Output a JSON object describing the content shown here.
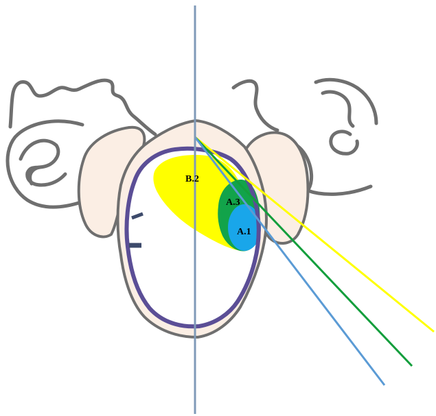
{
  "diagram": {
    "regions": [
      {
        "id": "B.2",
        "label": "B.2",
        "color": "#ffff00"
      },
      {
        "id": "A.3",
        "label": "A.3",
        "color": "#12a34a"
      },
      {
        "id": "A.1",
        "label": "A.1",
        "color": "#19a6ea"
      }
    ],
    "trajectories": [
      {
        "color": "#ffff00"
      },
      {
        "color": "#139e3c"
      },
      {
        "color": "#5b9bd5"
      }
    ],
    "midline_color": "#7f9ab8",
    "rim_color": "#5b4e96",
    "tissue_color": "#fbeee4",
    "outline_color": "#6f6f6f"
  }
}
